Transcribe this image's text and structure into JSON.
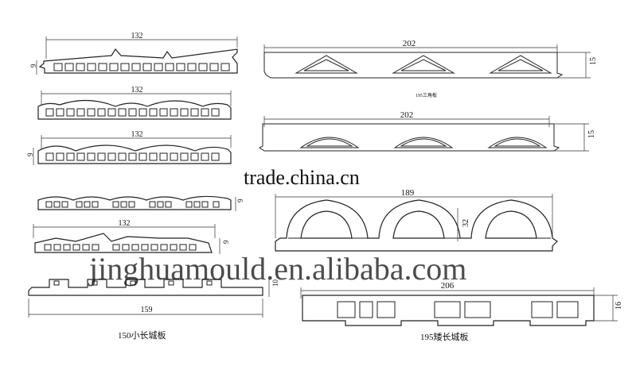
{
  "dimensions": {
    "p1_len": "132",
    "p1_h": "9",
    "p2_len": "132",
    "p3_len": "132",
    "p3_h": "9",
    "p4_h": "9",
    "p5_len": "132",
    "p5_h": "9",
    "p6_len": "159",
    "p6_h": "10",
    "r1_len": "202",
    "r1_h": "15",
    "r2_len": "202",
    "r2_h": "15",
    "r3_len": "189",
    "r3_h": "32",
    "r4_len": "206",
    "r4_h": "16"
  },
  "captions": {
    "triangle_board": "195三角板",
    "small_long_board": "150小长城板",
    "long_board": "195矮长城板"
  },
  "watermarks": {
    "site": "trade.china.cn",
    "brand": "jinghuamould.en.alibaba.com"
  },
  "colors": {
    "line": "#222222",
    "watermark": "#c8c8c8"
  }
}
